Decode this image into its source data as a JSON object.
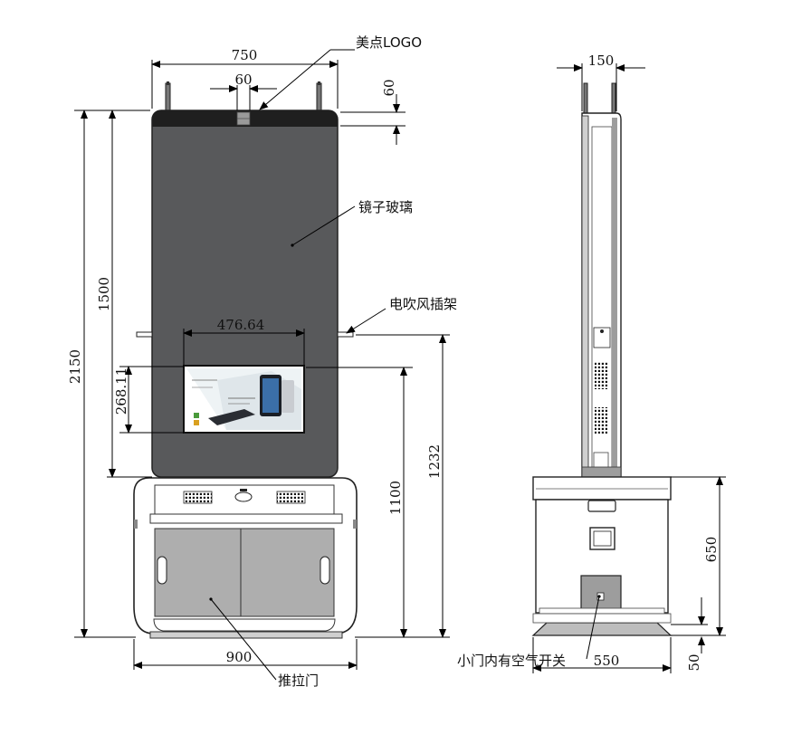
{
  "front_view": {
    "dims": {
      "overall_width": "750",
      "logo_width": "60",
      "logo_height": "60",
      "mirror_height": "1500",
      "total_height": "2150",
      "screen_width": "476.64",
      "screen_height": "268.11",
      "cabinet_top_height": "1100",
      "hook_height": "1232",
      "base_width": "900"
    },
    "labels": {
      "logo": "美点LOGO",
      "mirror_glass": "镜子玻璃",
      "hair_dryer_holder": "电吹风插架",
      "sliding_door": "推拉门"
    }
  },
  "side_view": {
    "dims": {
      "top_depth": "150",
      "cabinet_height": "650",
      "base_depth": "550",
      "base_height": "50"
    },
    "labels": {
      "air_switch": "小门内有空气开关"
    }
  },
  "colors": {
    "mirror_fill": "#58595b",
    "mirror_top_bar": "#1f1f1f",
    "door_fill": "#aeaeae",
    "cabinet_fill": "#ffffff",
    "line": "#000000"
  }
}
